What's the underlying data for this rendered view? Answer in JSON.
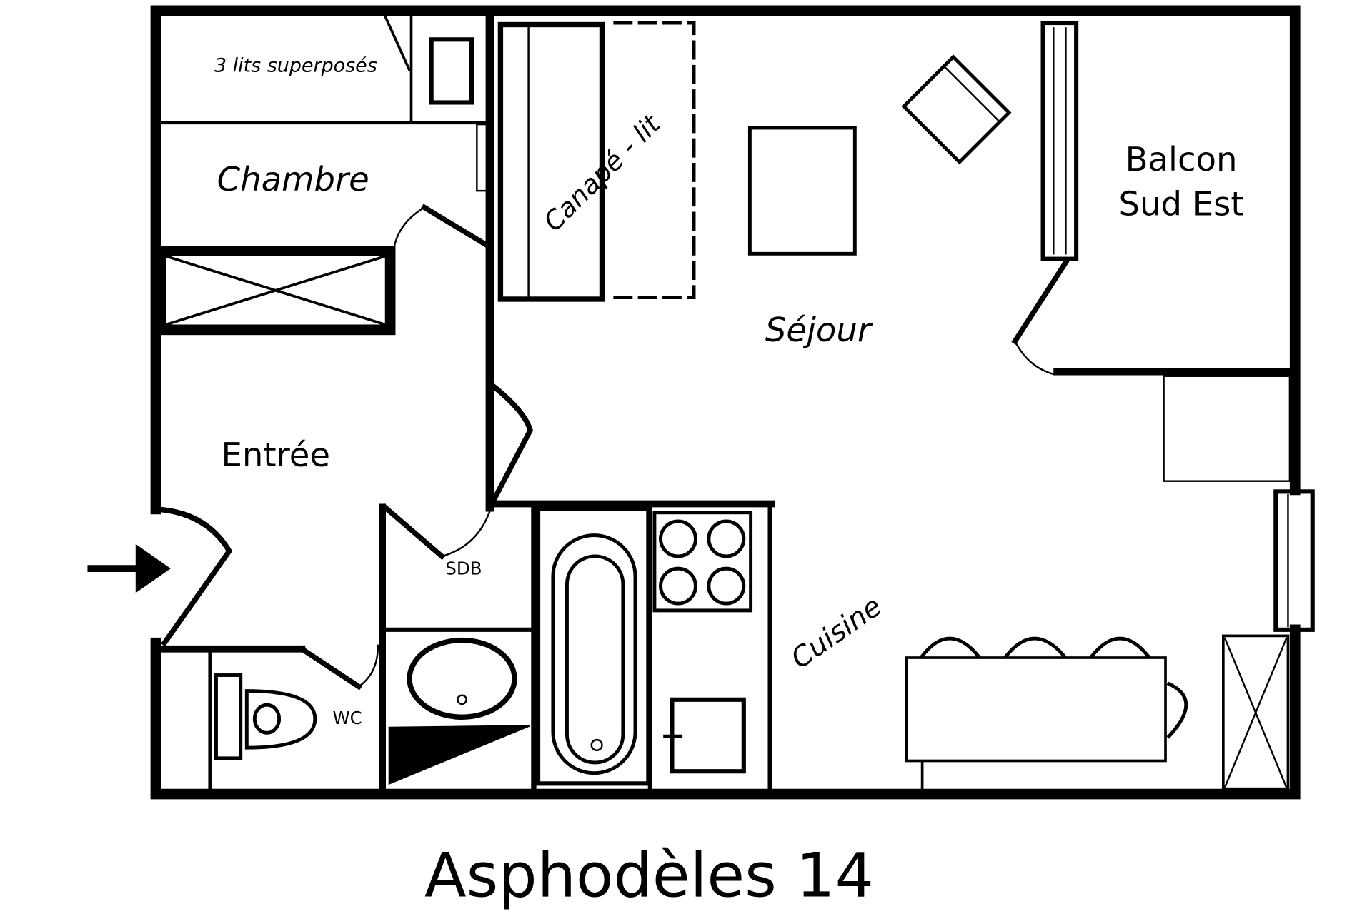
{
  "plan": {
    "title": "Asphodèles 14",
    "rooms": {
      "bunks": "3 lits superposés",
      "chambre": "Chambre",
      "canape": "Canapé - lit",
      "sejour": "Séjour",
      "balcon_line1": "Balcon",
      "balcon_line2": "Sud Est",
      "entree": "Entrée",
      "sdb": "SDB",
      "wc": "WC",
      "cuisine": "Cuisine"
    }
  }
}
